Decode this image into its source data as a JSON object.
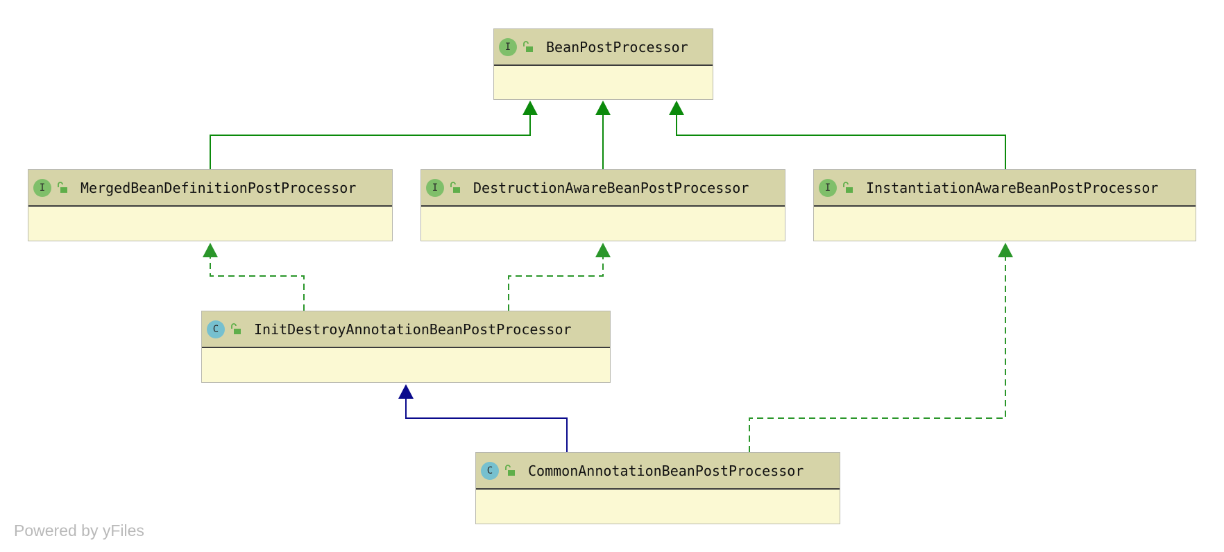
{
  "nodes": {
    "bean_post_processor": {
      "kind": "I",
      "name": "BeanPostProcessor"
    },
    "merged_bean_definition": {
      "kind": "I",
      "name": "MergedBeanDefinitionPostProcessor"
    },
    "destruction_aware": {
      "kind": "I",
      "name": "DestructionAwareBeanPostProcessor"
    },
    "instantiation_aware": {
      "kind": "I",
      "name": "InstantiationAwareBeanPostProcessor"
    },
    "init_destroy": {
      "kind": "C",
      "name": "InitDestroyAnnotationBeanPostProcessor"
    },
    "common_annotation": {
      "kind": "C",
      "name": "CommonAnnotationBeanPostProcessor"
    }
  },
  "footer": {
    "text": "Powered by yFiles"
  },
  "colors": {
    "interface_extends": "#0b8a0b",
    "implements": "#2a962a",
    "class_extends": "#0a0a8c",
    "header_bg": "#d6d4a8",
    "body_bg": "#fbf9d3",
    "interface_badge": "#7fbf6a",
    "class_badge": "#76c0cf",
    "lock_icon": "#5fae4a"
  }
}
